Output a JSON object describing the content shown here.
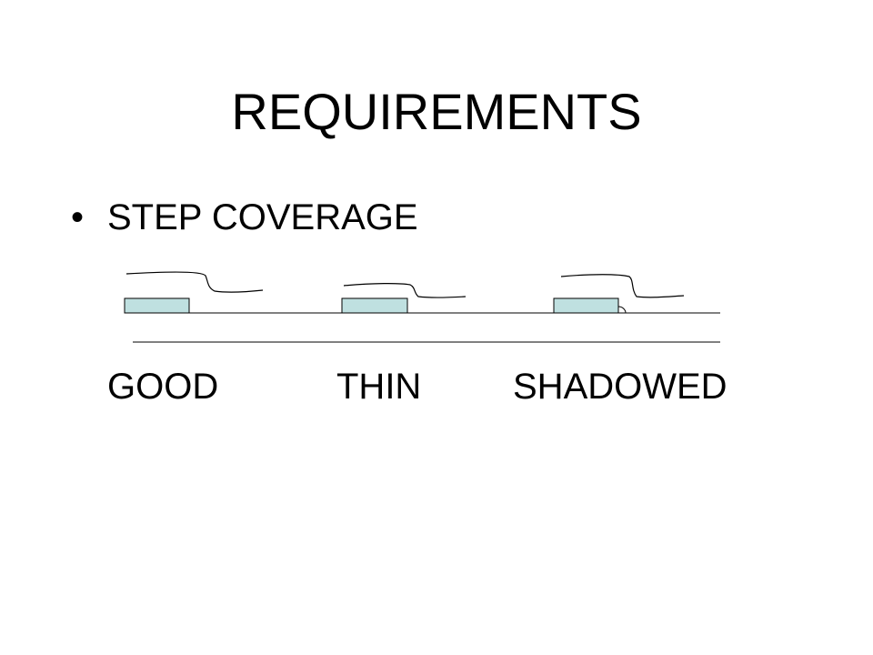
{
  "slide": {
    "title": "REQUIREMENTS",
    "bullets": [
      {
        "marker": "•",
        "text": "STEP COVERAGE"
      }
    ],
    "captions": [
      "GOOD",
      "THIN",
      "SHADOWED"
    ]
  },
  "colors": {
    "step_fill": "#bfe0e0",
    "line": "#000000",
    "background": "#ffffff"
  }
}
